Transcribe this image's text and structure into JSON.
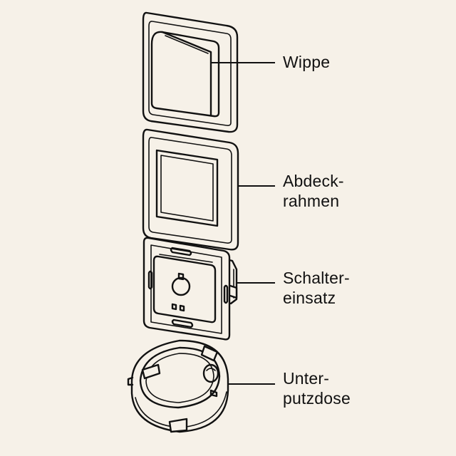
{
  "colors": {
    "background": "#f6f1e8",
    "ink": "#111111"
  },
  "labels": {
    "wippe": {
      "lines": [
        "Wippe"
      ]
    },
    "rahmen": {
      "lines": [
        "Abdeck-",
        "rahmen"
      ]
    },
    "einsatz": {
      "lines": [
        "Schalter-",
        "einsatz"
      ]
    },
    "dose": {
      "lines": [
        "Unter-",
        "putzdose"
      ]
    }
  }
}
